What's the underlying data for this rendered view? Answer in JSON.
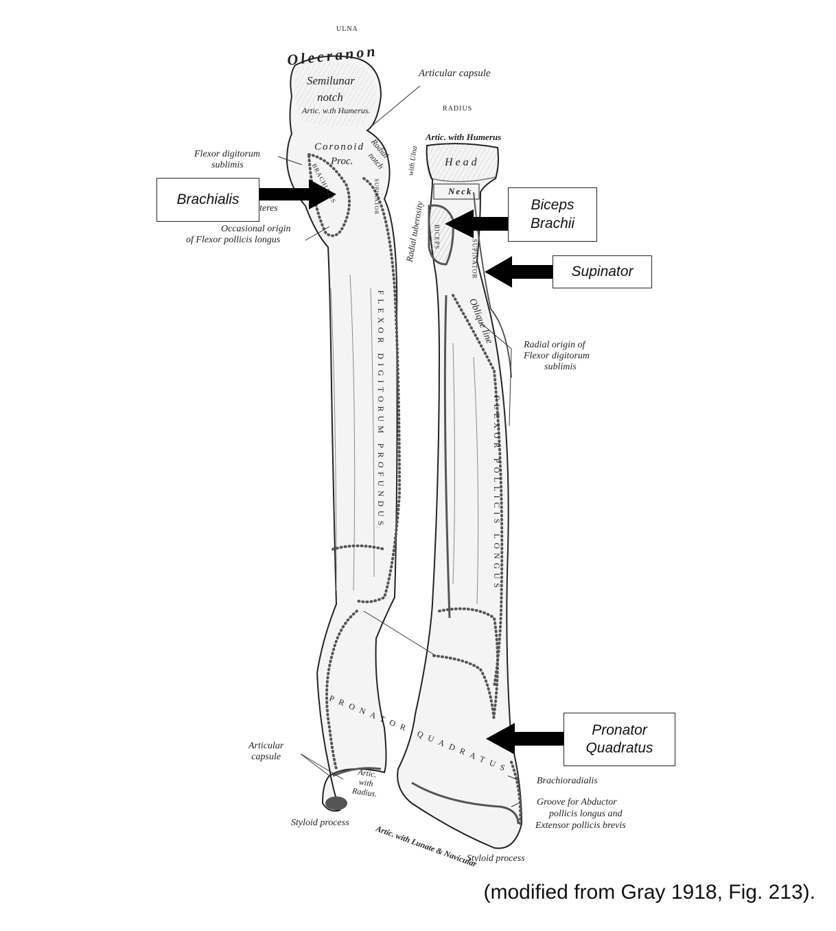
{
  "bone_titles": {
    "ulna": "ULNA",
    "radius": "RADIUS"
  },
  "ulna_labels": {
    "olecranon": "Olecranon",
    "semilunar_notch_1": "Semilunar",
    "semilunar_notch_2": "notch",
    "artic_humerus": "Artic. w.th Humerus.",
    "coronoid_1": "Coronoid",
    "coronoid_2": "Proc.",
    "radial_notch_1": "Radial",
    "radial_notch_2": "notch",
    "brachialis_small": "BRACHIALIS",
    "supinator_small": "SUPINATOR",
    "flexor_digitorum_profundus": "FLEXOR DIGITORUM PROFUNDUS",
    "pronator_quadratus": "PRONATOR QUADRATUS",
    "artic_radius_1": "Artic.",
    "artic_radius_2": "with",
    "artic_radius_3": "Radius."
  },
  "radius_labels": {
    "artic_humerus": "Artic. with Humerus",
    "head": "Head",
    "neck": "Neck",
    "with_ulna": "with Ulna",
    "radial_tuberosity": "Radial tuberosity",
    "biceps_small": "BICEPS",
    "supinator_small": "SUPINATOR",
    "oblique_line": "Oblique line",
    "flexor_pollicis_longus": "FLEXOR POLLICIS LONGUS",
    "artic_lunate": "Artic. with Lunate & Navicular"
  },
  "side_annotations": {
    "articular_capsule_top": "Articular capsule",
    "flexor_digitorum_sublimis_1": "Flexor digitorum",
    "flexor_digitorum_sublimis_2": "sublimis",
    "teres": "teres",
    "occasional_origin_1": "Occasional origin",
    "occasional_origin_2": "of Flexor pollicis longus",
    "radial_origin_1": "Radial origin of",
    "radial_origin_2": "Flexor digitorum",
    "radial_origin_3": "sublimis",
    "articular_capsule_bottom_1": "Articular",
    "articular_capsule_bottom_2": "capsule",
    "styloid_ulna": "Styloid process",
    "styloid_radius": "Styloid process",
    "brachioradialis": "Brachioradialis",
    "groove_1": "Groove for Abductor",
    "groove_2": "pollicis longus and",
    "groove_3": "Extensor pollicis brevis"
  },
  "callouts": {
    "brachialis": "Brachialis",
    "biceps_1": "Biceps",
    "biceps_2": "Brachii",
    "supinator": "Supinator",
    "pronator_1": "Pronator",
    "pronator_2": "Quadratus"
  },
  "caption": "(modified from Gray 1918, Fig. 213).",
  "colors": {
    "ink": "#222222",
    "muscle_outline": "#555555",
    "bone_fill": "#f4f4f4",
    "arrow": "#000000"
  }
}
